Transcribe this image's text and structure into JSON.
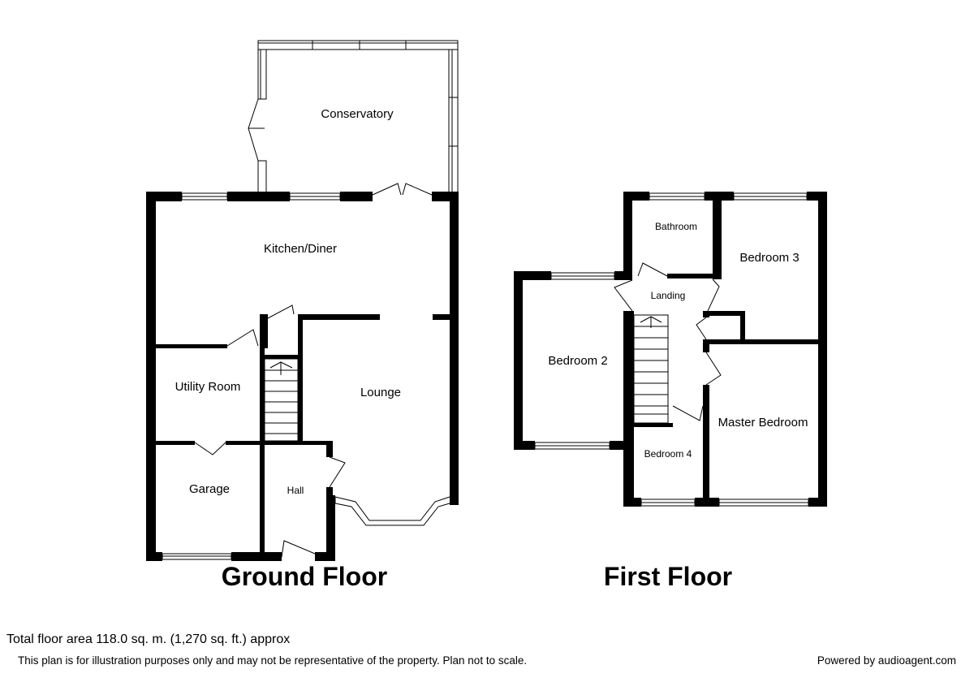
{
  "rooms": {
    "conservatory": "Conservatory",
    "kitchen_diner": "Kitchen/Diner",
    "utility_room": "Utility Room",
    "lounge": "Lounge",
    "garage": "Garage",
    "hall": "Hall",
    "bathroom": "Bathroom",
    "bedroom_3": "Bedroom 3",
    "landing": "Landing",
    "bedroom_2": "Bedroom 2",
    "master_bedroom": "Master Bedroom",
    "bedroom_4": "Bedroom 4"
  },
  "floors": {
    "ground": "Ground Floor",
    "first": "First Floor"
  },
  "footer": {
    "total_area": "Total floor area 118.0 sq. m. (1,270 sq. ft.) approx",
    "disclaimer": "This plan is for illustration purposes only and may not be representative of the property. Plan not to scale.",
    "powered_by": "Powered by audioagent.com"
  },
  "colors": {
    "wall": "#000000",
    "background": "#ffffff"
  }
}
